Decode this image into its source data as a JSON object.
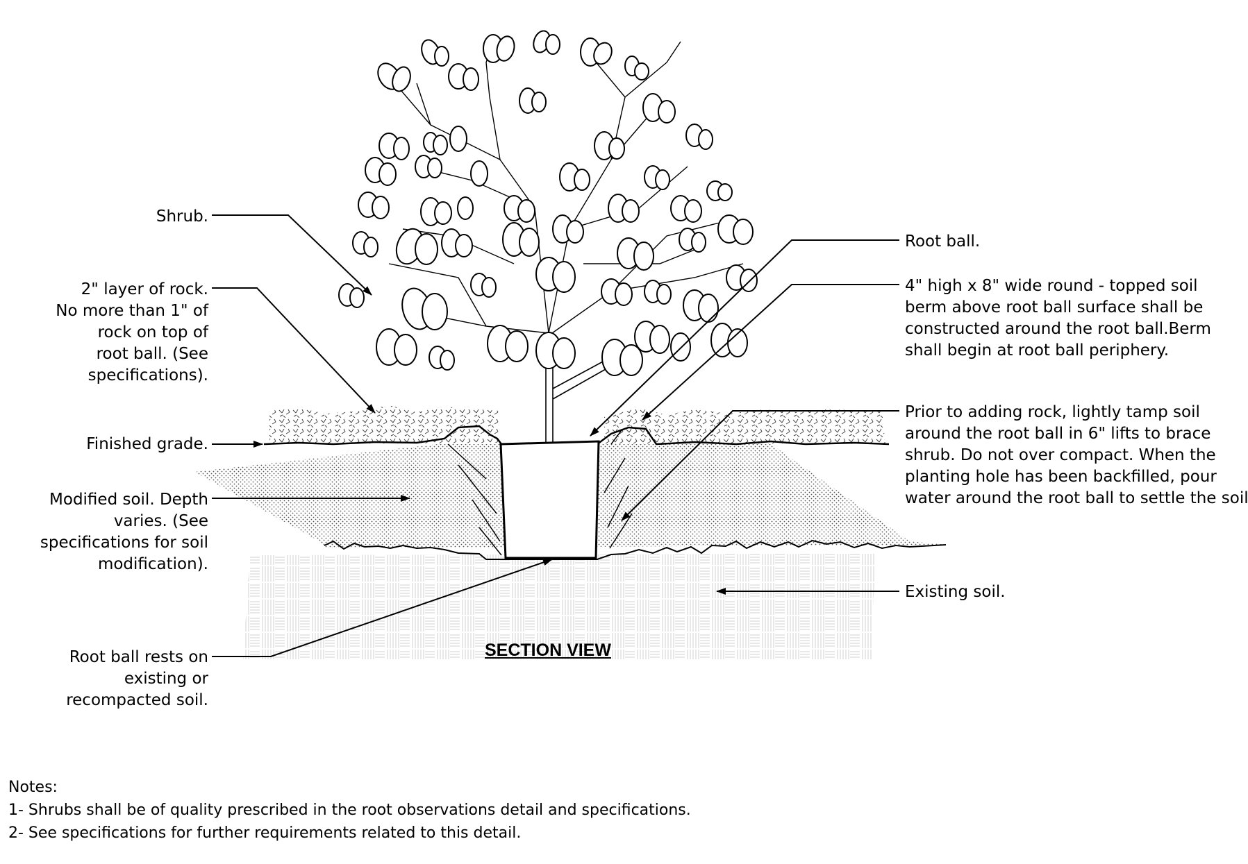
{
  "title": "SECTION VIEW",
  "labels": {
    "shrub": [
      "Shrub."
    ],
    "rock_layer": [
      "2\" layer of rock.",
      "No more than 1\" of",
      "rock on top of",
      "root ball. (See",
      "specifications)."
    ],
    "finished_grade": [
      "Finished grade."
    ],
    "modified_soil": [
      "Modified soil. Depth",
      "varies. (See",
      "specifications for soil",
      "modification)."
    ],
    "root_ball_rests": [
      "Root ball rests on",
      "existing or",
      "recompacted soil."
    ],
    "root_ball": [
      "Root ball."
    ],
    "berm": [
      "4\" high x 8\" wide round - topped soil",
      "berm above root ball surface shall be",
      "constructed around the root ball.Berm",
      "shall begin at root ball periphery."
    ],
    "tamp": [
      "Prior to adding rock, lightly tamp soil",
      "around the root ball in 6\" lifts to brace",
      "shrub. Do not over compact. When the",
      "planting hole has been backfilled, pour",
      "water around the root ball to settle the soil."
    ],
    "existing_soil": [
      "Existing soil."
    ]
  },
  "notes": {
    "heading": "Notes:",
    "items": [
      "1- Shrubs shall be of quality prescribed in the root observations detail and specifications.",
      "2- See specifications for further requirements related to this detail."
    ]
  }
}
